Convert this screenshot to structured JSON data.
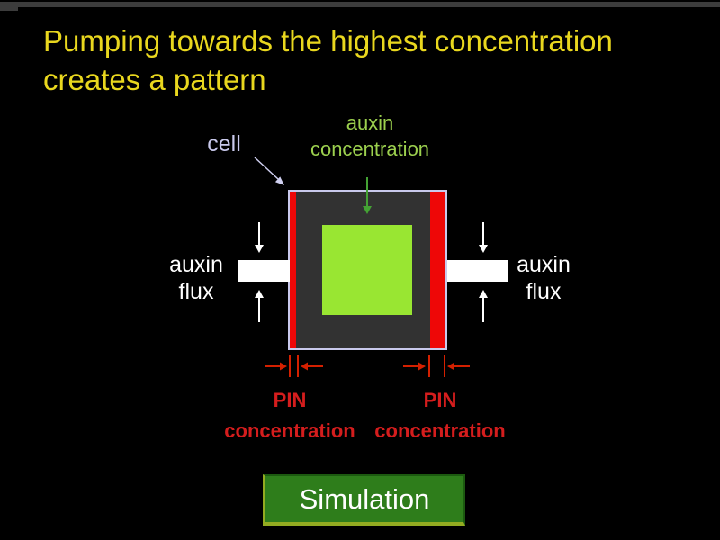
{
  "title": {
    "lines": [
      "Pumping towards the highest concentration",
      "creates a pattern"
    ],
    "color": "#e9d71e"
  },
  "diagram": {
    "cell_label": "cell",
    "auxin_concentration": {
      "lines": [
        "auxin",
        "concentration"
      ],
      "color": "#9cd04e"
    },
    "auxin_flux_left": {
      "lines": [
        "auxin",
        "flux"
      ],
      "color": "#ffffff"
    },
    "auxin_flux_right": {
      "lines": [
        "auxin",
        "flux"
      ],
      "color": "#ffffff"
    },
    "pin_left": {
      "lines": [
        "PIN",
        "concentration"
      ],
      "color": "#d41d1d"
    },
    "pin_right": {
      "lines": [
        "PIN",
        "concentration"
      ],
      "color": "#d41d1d"
    },
    "colors": {
      "cell_outline": "#c9c9ec",
      "cell_body": "#323232",
      "pin_bar_red": "#ee0707",
      "caliper_red": "#d42000",
      "auxin_square_green": "#99e632",
      "auxin_arrow_green": "#44a234",
      "flux_white": "#ffffff"
    },
    "icons": {
      "cell_pointer": "arrow-down-right",
      "auxin_concentration_arrow": "arrow-down",
      "flux_arrows": [
        "arrow-down",
        "arrow-up"
      ],
      "pin_calipers": "width-measure-arrows"
    }
  },
  "button": {
    "label": "Simulation",
    "fill": "#2e7d1b",
    "text_color": "#ffffff"
  }
}
